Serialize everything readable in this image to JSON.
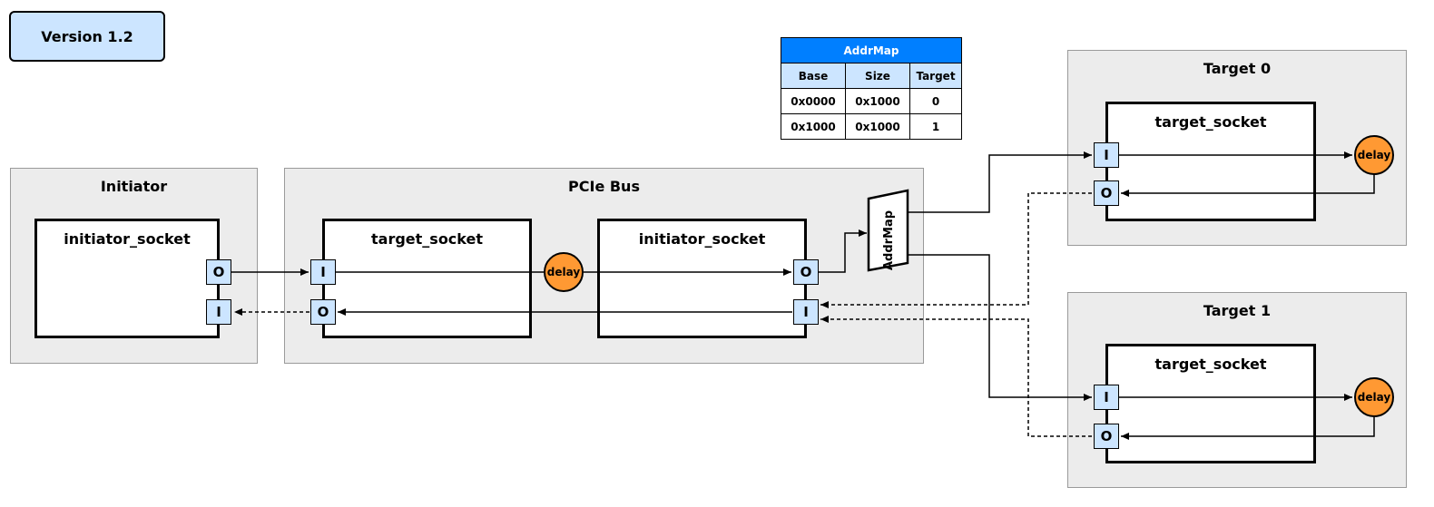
{
  "version_label": "Version 1.2",
  "addrmap": {
    "title": "AddrMap",
    "headers": [
      "Base",
      "Size",
      "Target"
    ],
    "rows": [
      [
        "0x0000",
        "0x1000",
        "0"
      ],
      [
        "0x1000",
        "0x1000",
        "1"
      ]
    ]
  },
  "groups": {
    "initiator": {
      "title": "Initiator",
      "socket": "initiator_socket",
      "port_out": "O",
      "port_in": "I"
    },
    "bus": {
      "title": "PCIe Bus",
      "target_socket": "target_socket",
      "initiator_socket": "initiator_socket",
      "delay": "delay",
      "mux_label": "AddrMap",
      "ts_port_in": "I",
      "ts_port_out": "O",
      "is_port_out": "O",
      "is_port_in": "I"
    },
    "target0": {
      "title": "Target 0",
      "socket": "target_socket",
      "port_in": "I",
      "port_out": "O",
      "delay": "delay"
    },
    "target1": {
      "title": "Target 1",
      "socket": "target_socket",
      "port_in": "I",
      "port_out": "O",
      "delay": "delay"
    }
  },
  "colors": {
    "group_fill": "#ececec",
    "port_fill": "#cce5ff",
    "delay_fill": "#ff9933",
    "table_header": "#007fff",
    "version_fill": "#cce5ff"
  }
}
